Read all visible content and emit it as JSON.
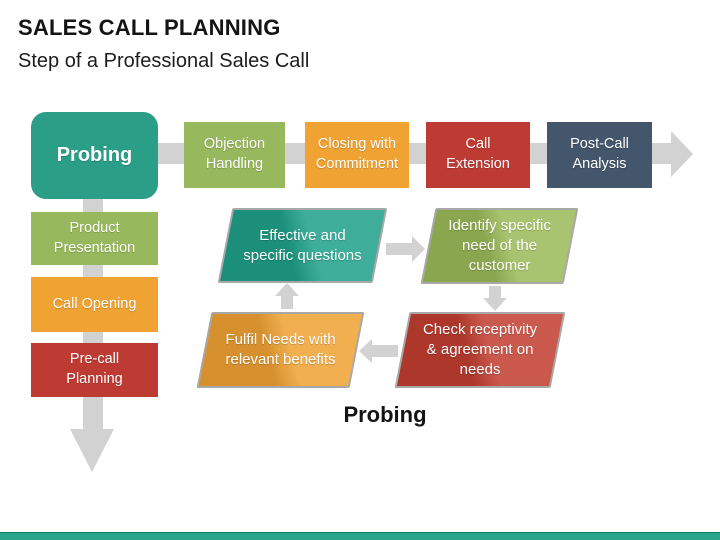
{
  "header": {
    "title": "SALES CALL PLANNING",
    "subtitle": "Step of a Professional Sales Call"
  },
  "palette": {
    "teal": "#2B9E87",
    "green": "#97B85C",
    "orange": "#F0A233",
    "red": "#BE3B33",
    "navy": "#44566B",
    "connector": "#D2D2D2",
    "footer_bar": "#2AA48B"
  },
  "main_flow": {
    "primary": {
      "label": "Probing",
      "color": "#2B9E87"
    },
    "steps": [
      {
        "label": "Objection\nHandling",
        "color": "#97B85C"
      },
      {
        "label": "Closing with\nCommitment",
        "color": "#F0A233"
      },
      {
        "label": "Call\nExtension",
        "color": "#BE3B33"
      },
      {
        "label": "Post-Call\nAnalysis",
        "color": "#44566B"
      }
    ]
  },
  "sub_flow": {
    "steps": [
      {
        "label": "Product\nPresentation",
        "color": "#97B85C"
      },
      {
        "label": "Call Opening",
        "color": "#F0A233"
      },
      {
        "label": "Pre-call\nPlanning",
        "color": "#BE3B33"
      }
    ]
  },
  "cycle": {
    "caption": "Probing",
    "nodes": [
      {
        "label": "Effective and\nspecific questions",
        "color": "#1FA18A"
      },
      {
        "label": "Identify specific\nneed of the\ncustomer",
        "color": "#9BBA58"
      },
      {
        "label": "Check receptivity\n& agreement on\nneeds",
        "color": "#C23E30"
      },
      {
        "label": "Fulfil Needs with\nrelevant benefits",
        "color": "#F0A233"
      }
    ]
  }
}
